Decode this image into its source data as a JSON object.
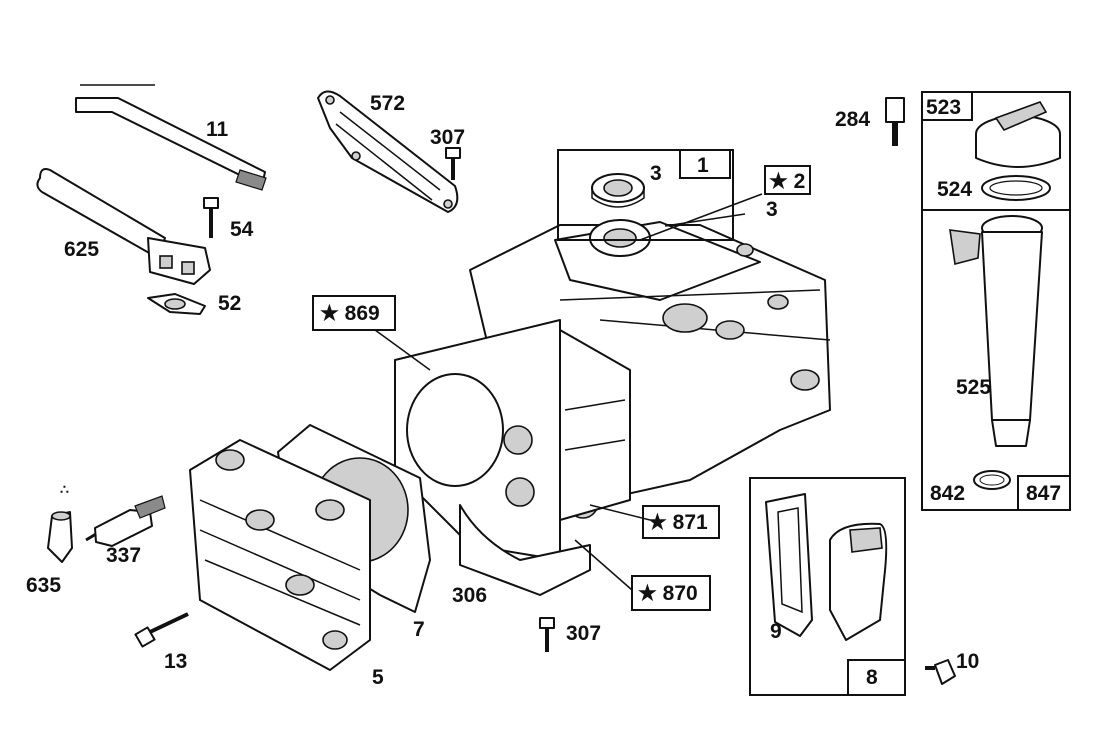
{
  "labels": {
    "l11": "11",
    "l54": "54",
    "l625": "625",
    "l52": "52",
    "l572": "572",
    "l307a": "307",
    "l3a": "3",
    "l1": "1",
    "l2": "★ 2",
    "l3b": "3",
    "l284": "284",
    "l523": "523",
    "l524": "524",
    "l525": "525",
    "l842": "842",
    "l847": "847",
    "l869": "★ 869",
    "l871": "★ 871",
    "l870": "★ 870",
    "l306": "306",
    "l307b": "307",
    "l9": "9",
    "l8": "8",
    "l10": "10",
    "l7": "7",
    "l5": "5",
    "l13": "13",
    "l337": "337",
    "l635": "635"
  }
}
